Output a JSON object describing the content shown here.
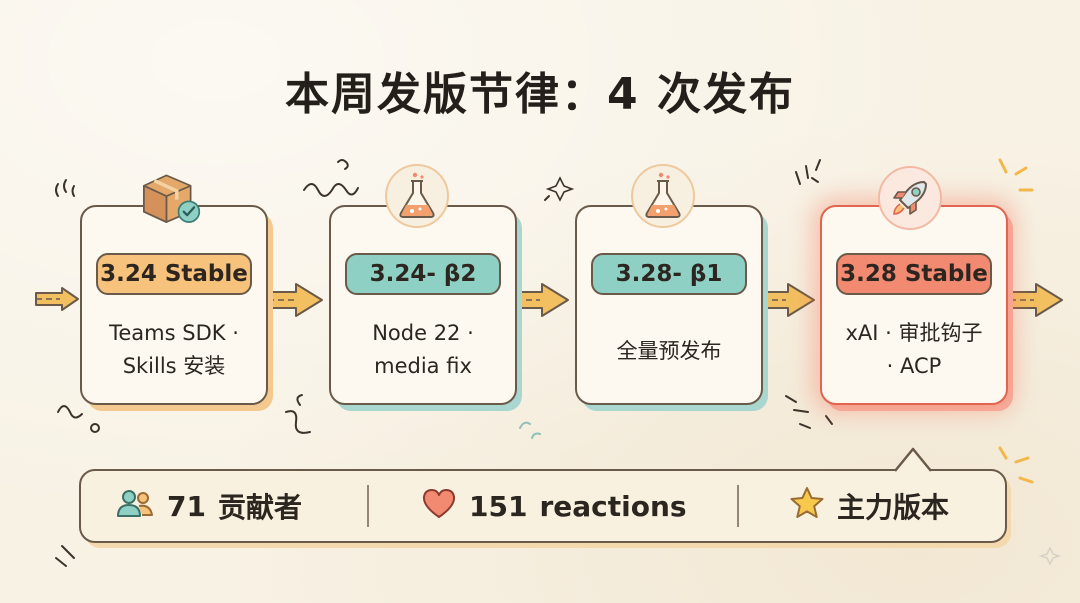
{
  "title": "本周发版节律：4 次发布",
  "colors": {
    "background": "#f8f2e5",
    "orange": "#f6c27c",
    "teal": "#8ed0c4",
    "red": "#f28a72",
    "arrow": "#f2b84b",
    "outline": "#6a5a4a"
  },
  "releases": [
    {
      "version": "3.24 Stable",
      "description": "Teams SDK ·\nSkills 安装",
      "icon": "package-check-icon",
      "accent": "orange"
    },
    {
      "version": "3.24- β2",
      "description": "Node 22 ·\nmedia fix",
      "icon": "flask-icon",
      "accent": "teal"
    },
    {
      "version": "3.28- β1",
      "description": "全量预发布",
      "icon": "flask-icon",
      "accent": "teal"
    },
    {
      "version": "3.28 Stable",
      "description": "xAI · 审批钩子\n· ACP",
      "icon": "rocket-icon",
      "accent": "red",
      "highlighted": true
    }
  ],
  "stats": [
    {
      "value": "71",
      "label": "贡献者",
      "icon": "users-icon"
    },
    {
      "value": "151",
      "label": "reactions",
      "icon": "heart-icon"
    },
    {
      "value": "",
      "label": "主力版本",
      "icon": "star-icon"
    }
  ]
}
